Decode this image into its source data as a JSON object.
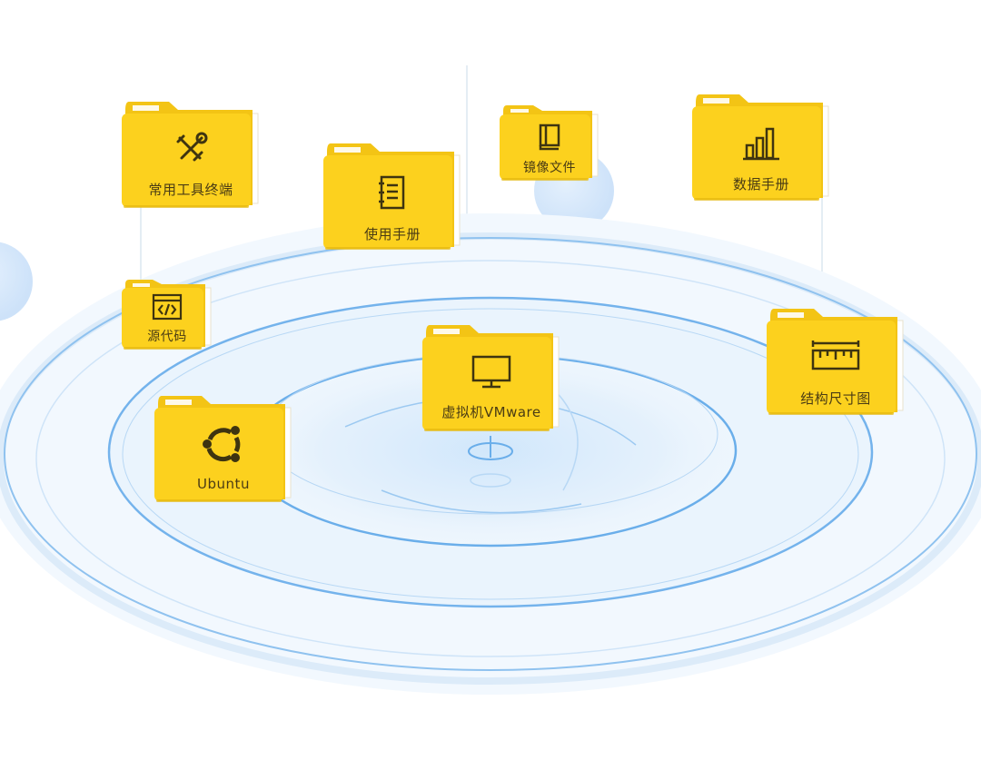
{
  "colors": {
    "folder": "#fcd11e",
    "folder_top": "#f3c415",
    "folder_tab_mark": "#ffffff",
    "label": "#4a3c14",
    "icon": "#3e3410",
    "ring": "#6aaeea",
    "ring_light": "#cfe4f8",
    "disc": "#ddeefb",
    "bubble": "#d5e8fb"
  },
  "folders": [
    {
      "id": "tools",
      "label": "常用工具终端",
      "icon": "wrench-screwdriver-icon"
    },
    {
      "id": "manual",
      "label": "使用手册",
      "icon": "notebook-icon"
    },
    {
      "id": "image",
      "label": "镜像文件",
      "icon": "book-icon"
    },
    {
      "id": "data",
      "label": "数据手册",
      "icon": "bar-chart-icon"
    },
    {
      "id": "source",
      "label": "源代码",
      "icon": "code-icon"
    },
    {
      "id": "vm",
      "label": "虚拟机VMware",
      "icon": "monitor-icon"
    },
    {
      "id": "structure",
      "label": "结构尺寸图",
      "icon": "ruler-icon"
    },
    {
      "id": "ubuntu",
      "label": "Ubuntu",
      "icon": "ubuntu-logo-icon"
    }
  ]
}
